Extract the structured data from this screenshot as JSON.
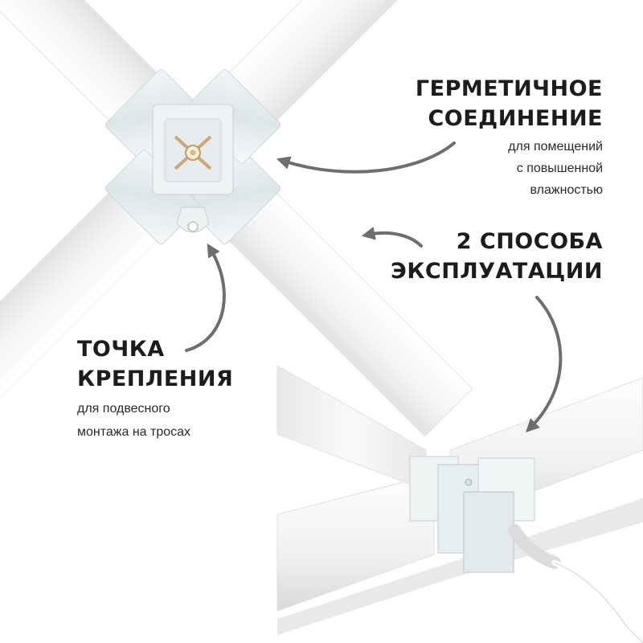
{
  "colors": {
    "background": "#ffffff",
    "text": "#1c1c1c",
    "arrow": "#6e6e6e",
    "profile": "#f3f3f3",
    "connector": "#e3e8ea"
  },
  "callouts": {
    "sealed": {
      "title_lines": [
        "ГЕРМЕТИЧНОЕ",
        "СОЕДИНЕНИЕ"
      ],
      "subtitle_lines": [
        "для помещений",
        "с повышенной",
        "влажностью"
      ]
    },
    "modes": {
      "title_lines": [
        "2 СПОСОБА",
        "ЭКСПЛУАТАЦИИ"
      ]
    },
    "mount": {
      "title_lines": [
        "ТОЧКА",
        "КРЕПЛЕНИЯ"
      ],
      "subtitle_lines": [
        "для подвесного",
        "монтажа на тросах"
      ]
    }
  },
  "icons": [
    "curved-arrow-icon"
  ]
}
